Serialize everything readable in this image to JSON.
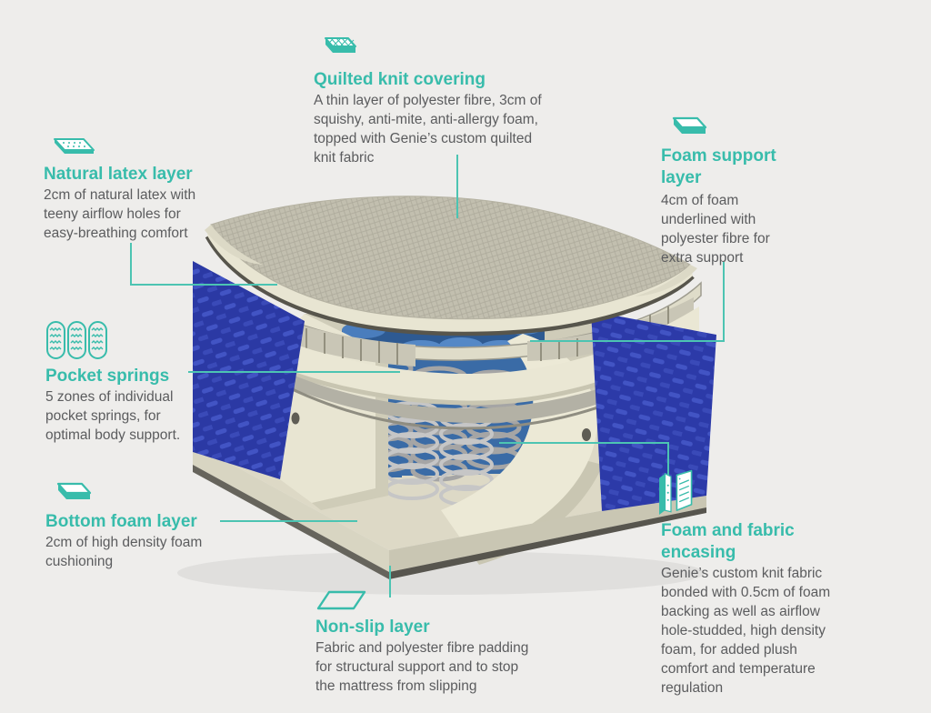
{
  "colors": {
    "accent": "#38bcab",
    "body_text": "#5b5c5e",
    "leader_line": "#4cc4b2",
    "background": "#eeedeb",
    "mattress_side_blue": "#2b39a4",
    "spring_pocket_blue": "#3a6ba6",
    "foam_cream": "#e9e6d4",
    "quilt_top_grey": "#c2bfaf"
  },
  "illustration": {
    "name": "mattress-cutaway",
    "description": "3D cutaway illustration of a mattress showing quilted top, foam layers, blue quilted sides and pocket springs"
  },
  "labels": [
    {
      "id": "quilted-knit-covering",
      "icon": "quilted-layer-icon",
      "title": "Quilted knit covering",
      "description": "A thin layer of polyester fibre, 3cm of\nsquishy, anti-mite, anti-allergy foam,\ntopped with Genie’s custom quilted\nknit fabric"
    },
    {
      "id": "foam-support-layer",
      "icon": "foam-slab-icon",
      "title": "Foam support\nlayer",
      "description": "4cm of foam\nunderlined with\npolyester fibre for\nextra support"
    },
    {
      "id": "natural-latex-layer",
      "icon": "latex-layer-icon",
      "title": "Natural latex layer",
      "description": "2cm of natural latex with\nteeny airflow holes for\neasy-breathing comfort"
    },
    {
      "id": "pocket-springs",
      "icon": "pocket-springs-icon",
      "title": "Pocket springs",
      "description": "5 zones of individual\npocket springs, for\noptimal body support."
    },
    {
      "id": "bottom-foam-layer",
      "icon": "foam-slab-icon",
      "title": "Bottom foam layer",
      "description": "2cm of high density foam\ncushioning"
    },
    {
      "id": "non-slip-layer",
      "icon": "non-slip-sheet-icon",
      "title": "Non-slip layer",
      "description": "Fabric and polyester fibre padding\nfor structural support and to stop\nthe mattress from slipping"
    },
    {
      "id": "foam-fabric-encasing",
      "icon": "encasing-icon",
      "title": "Foam and  fabric\nencasing",
      "description": "Genie’s custom knit fabric\nbonded with 0.5cm of foam\nbacking as well as airflow\nhole-studded, high density\nfoam, for added plush\ncomfort and temperature\nregulation"
    }
  ]
}
